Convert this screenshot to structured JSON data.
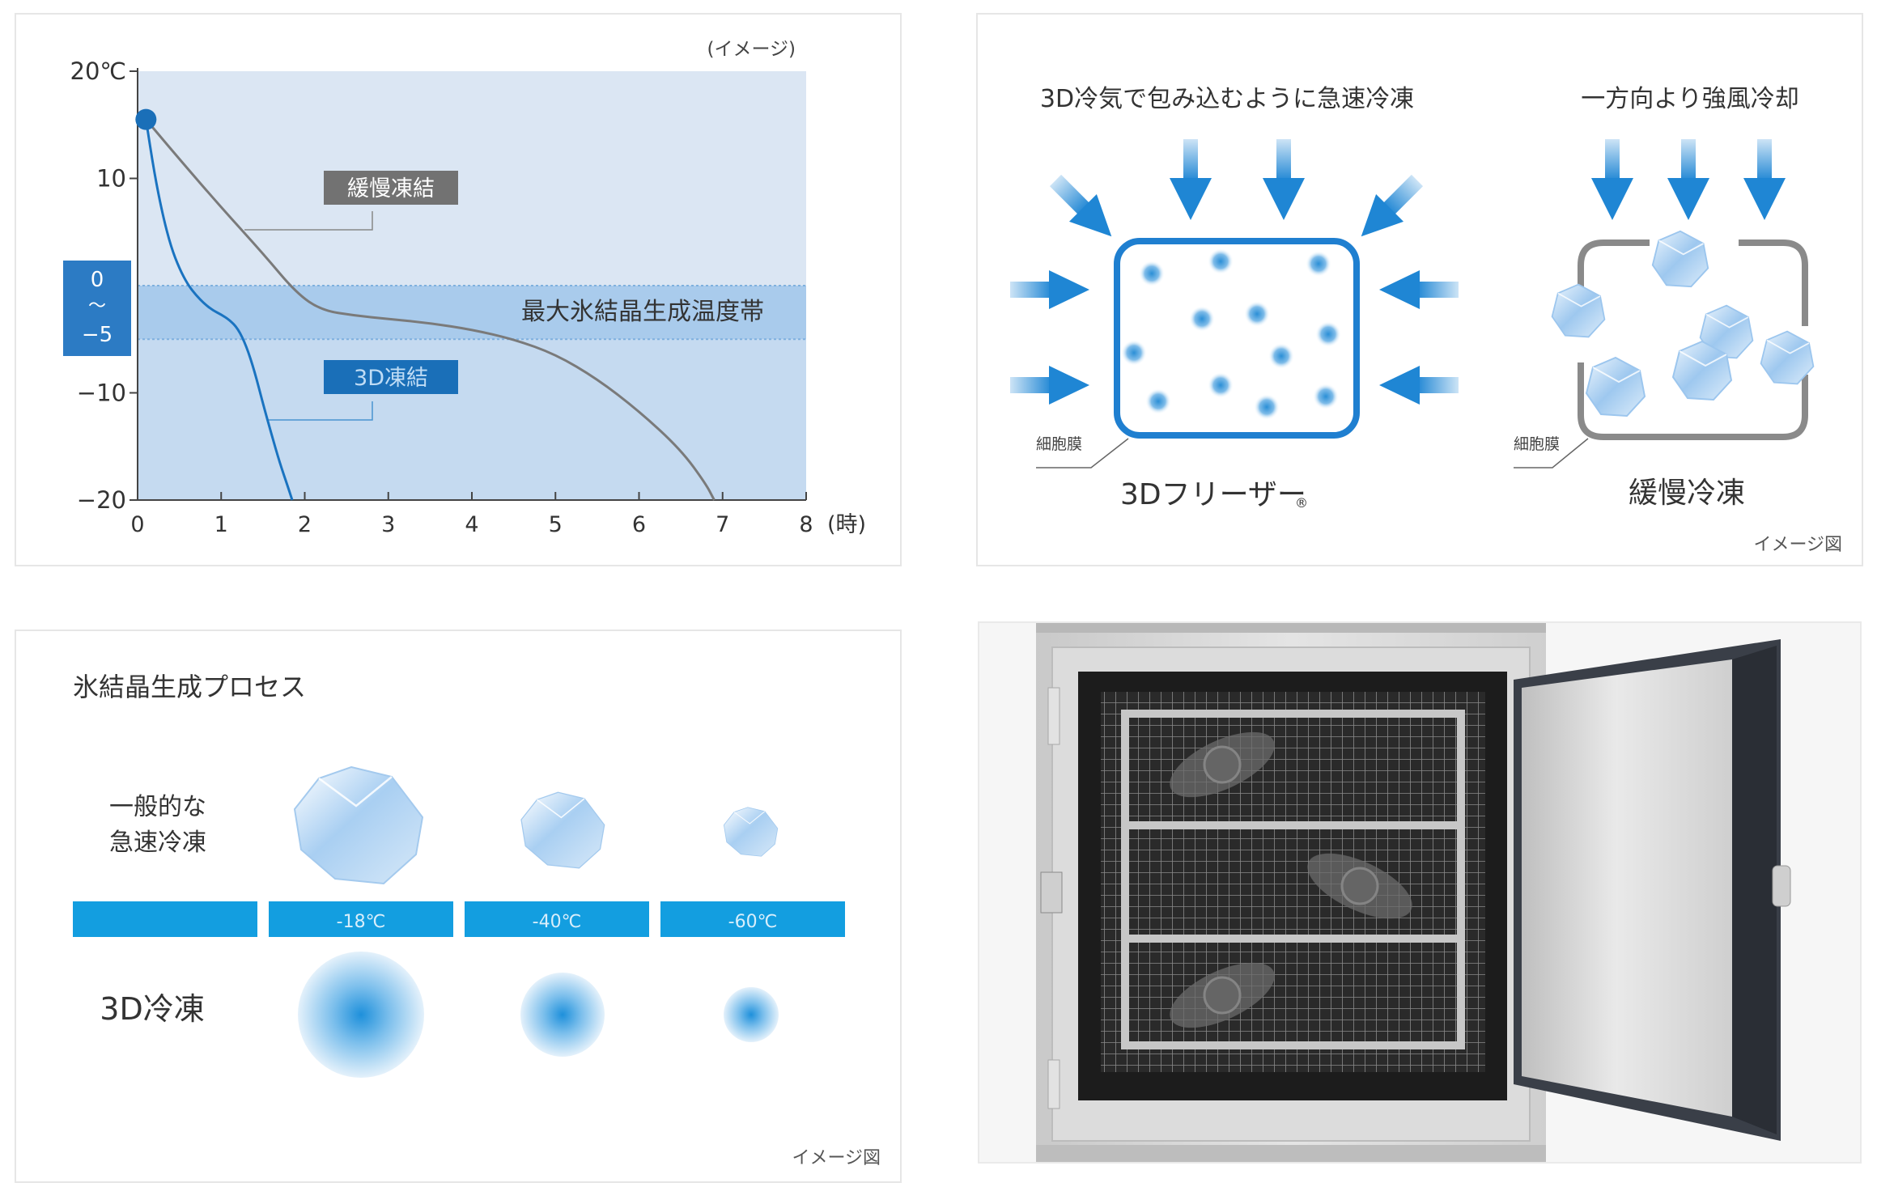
{
  "chart_data": {
    "type": "line",
    "note": "(イメージ)",
    "x": {
      "min": 0,
      "max": 8,
      "ticks": [
        "0",
        "1",
        "2",
        "3",
        "4",
        "5",
        "6",
        "7",
        "8"
      ],
      "unit": "(時)"
    },
    "y": {
      "min": -20,
      "max": 20,
      "ticks": [
        {
          "v": 20,
          "label": "20℃"
        },
        {
          "v": 10,
          "label": "10"
        },
        {
          "v": -10,
          "label": "−10"
        },
        {
          "v": -20,
          "label": "−20"
        }
      ]
    },
    "band": {
      "from": -5,
      "to": 0,
      "label": "最大氷結晶生成温度帯",
      "range_top": "0",
      "range_mid": "〜",
      "range_bottom": "−5"
    },
    "start_point": {
      "x": 0.1,
      "y": 15.5
    },
    "series": [
      {
        "name": "緩慢凍結",
        "color": "#7a7a7a",
        "points": [
          [
            0.1,
            15.5
          ],
          [
            0.5,
            11.8
          ],
          [
            1.0,
            7.3
          ],
          [
            1.5,
            3.0
          ],
          [
            1.9,
            -0.7
          ],
          [
            2.2,
            -2.3
          ],
          [
            2.6,
            -2.8
          ],
          [
            3,
            -3.1
          ],
          [
            3.5,
            -3.5
          ],
          [
            4,
            -4.1
          ],
          [
            4.5,
            -5.0
          ],
          [
            5,
            -6.4
          ],
          [
            5.5,
            -8.7
          ],
          [
            6,
            -11.7
          ],
          [
            6.5,
            -15.3
          ],
          [
            6.8,
            -18.5
          ],
          [
            6.9,
            -20
          ]
        ]
      },
      {
        "name": "3D凍結",
        "color": "#1a73c0",
        "points": [
          [
            0.1,
            15.5
          ],
          [
            0.2,
            10.5
          ],
          [
            0.3,
            6.6
          ],
          [
            0.4,
            3.6
          ],
          [
            0.5,
            1.6
          ],
          [
            0.6,
            0.1
          ],
          [
            0.7,
            -0.9
          ],
          [
            0.8,
            -1.7
          ],
          [
            0.9,
            -2.3
          ],
          [
            1.0,
            -2.7
          ],
          [
            1.1,
            -3.2
          ],
          [
            1.2,
            -4.0
          ],
          [
            1.3,
            -5.6
          ],
          [
            1.4,
            -8.0
          ],
          [
            1.5,
            -11.0
          ],
          [
            1.6,
            -13.8
          ],
          [
            1.7,
            -16.5
          ],
          [
            1.8,
            -18.8
          ],
          [
            1.85,
            -20
          ]
        ]
      }
    ]
  },
  "diagram": {
    "left_title": "3D冷気で包み込むように急速冷凍",
    "right_title": "一方向より強風冷却",
    "left_caption": "3Dフリーザー",
    "left_caption_mark": "®",
    "right_caption": "緩慢冷凍",
    "membrane_label_left": "細胞膜",
    "membrane_label_right": "細胞膜",
    "note": "イメージ図",
    "arrow_color": "#2b8fd6",
    "cell_color": "#1f7fd0"
  },
  "process": {
    "title": "氷結晶生成プロセス",
    "row1_label_line1": "一般的な",
    "row1_label_line2": "急速冷凍",
    "row2_label": "3D冷凍",
    "temps": [
      "-18℃",
      "-40℃",
      "-60℃"
    ],
    "note": "イメージ図",
    "bar_color": "#139ee0"
  }
}
